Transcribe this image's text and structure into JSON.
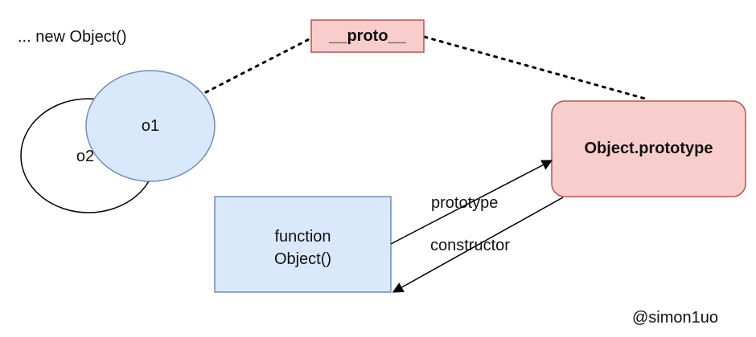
{
  "header_note": "... new Object()",
  "nodes": {
    "proto_label": "__proto__",
    "o1": "o1",
    "o2": "o2",
    "function_line1": "function",
    "function_line2": "Object()",
    "object_prototype": "Object.prototype"
  },
  "edges": {
    "prototype": "prototype",
    "constructor": "constructor"
  },
  "watermark": "@simon1uo",
  "colors": {
    "pink_fill": "#f8cecc",
    "pink_stroke": "#b85450",
    "blue_fill": "#dae8fc",
    "blue_stroke": "#6c8ebf",
    "line": "#000000"
  }
}
